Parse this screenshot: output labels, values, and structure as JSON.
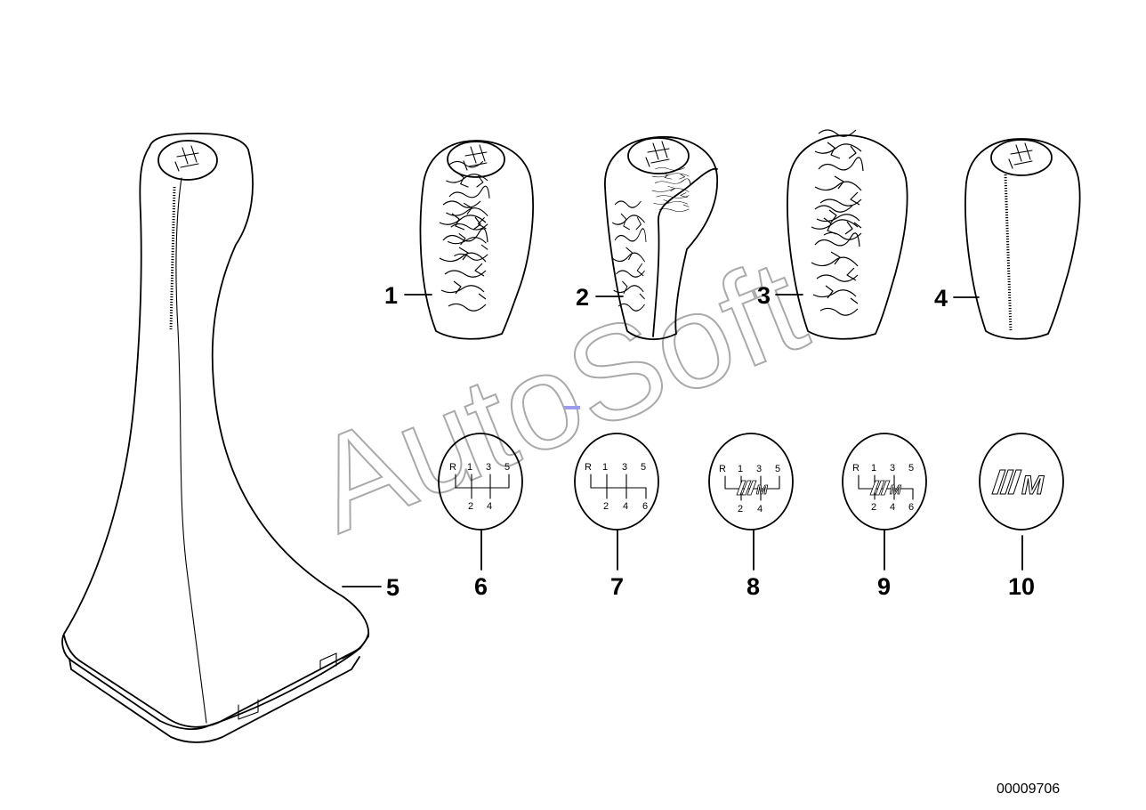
{
  "diagram": {
    "callouts": {
      "c1": "1",
      "c2": "2",
      "c3": "3",
      "c4": "4",
      "c5": "5",
      "c6": "6",
      "c7": "7",
      "c8": "8",
      "c9": "9",
      "c10": "10"
    },
    "knob_labels": {
      "k6": {
        "top": [
          "R",
          "1",
          "3",
          "5"
        ],
        "bottom": [
          "2",
          "4"
        ]
      },
      "k7": {
        "top": [
          "R",
          "1",
          "3",
          "5"
        ],
        "bottom": [
          "2",
          "4",
          "6"
        ]
      },
      "k8": {
        "top": [
          "R",
          "1",
          "3",
          "5"
        ],
        "bottom": [
          "2",
          "4"
        ]
      },
      "k9": {
        "top": [
          "R",
          "1",
          "3",
          "5"
        ],
        "bottom": [
          "2",
          "4",
          "6"
        ]
      },
      "k10": {
        "logo": "M"
      }
    },
    "watermark": "AutoSoft",
    "part_number": "00009706"
  }
}
